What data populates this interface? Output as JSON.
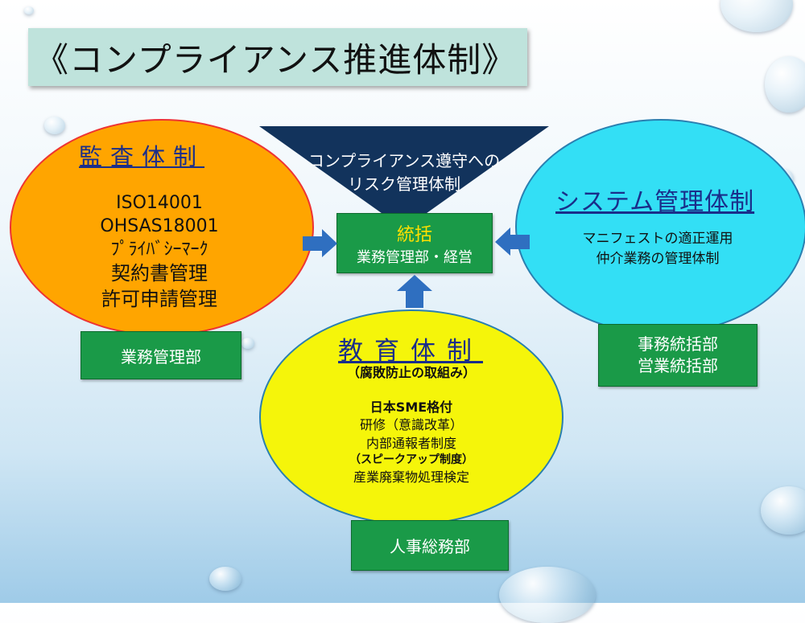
{
  "title": "《コンプライアンス推進体制》",
  "triangle": {
    "line1": "コンプライアンス遵守への",
    "line2": "リスク管理体制"
  },
  "center": {
    "title": "統括",
    "subtitle": "業務管理部・経営"
  },
  "audit": {
    "heading": "監査体制",
    "items": [
      "ISO14001",
      "OHSAS18001",
      "ﾌﾟﾗｲﾊﾞｼｰﾏｰｸ",
      "契約書管理",
      "許可申請管理"
    ],
    "department": "業務管理部"
  },
  "system": {
    "heading": "システム管理体制",
    "items": [
      "マニフェストの適正運用",
      "仲介業務の管理体制"
    ],
    "departments": [
      "事務統括部",
      "営業統括部"
    ]
  },
  "education": {
    "heading": "教育体制",
    "note": "（腐敗防止の取組み）",
    "items": [
      "日本SME格付",
      "研修（意識改革）",
      "内部通報者制度",
      "（スピークアップ制度）",
      "産業廃棄物処理検定"
    ],
    "department": "人事総務部"
  },
  "colors": {
    "audit": "#ffa500",
    "system": "#33dff5",
    "education": "#f5f50a",
    "box": "#1a9a48",
    "triangle": "#12335c",
    "arrow": "#2f6fc0",
    "heading": "#1a2e8a"
  }
}
